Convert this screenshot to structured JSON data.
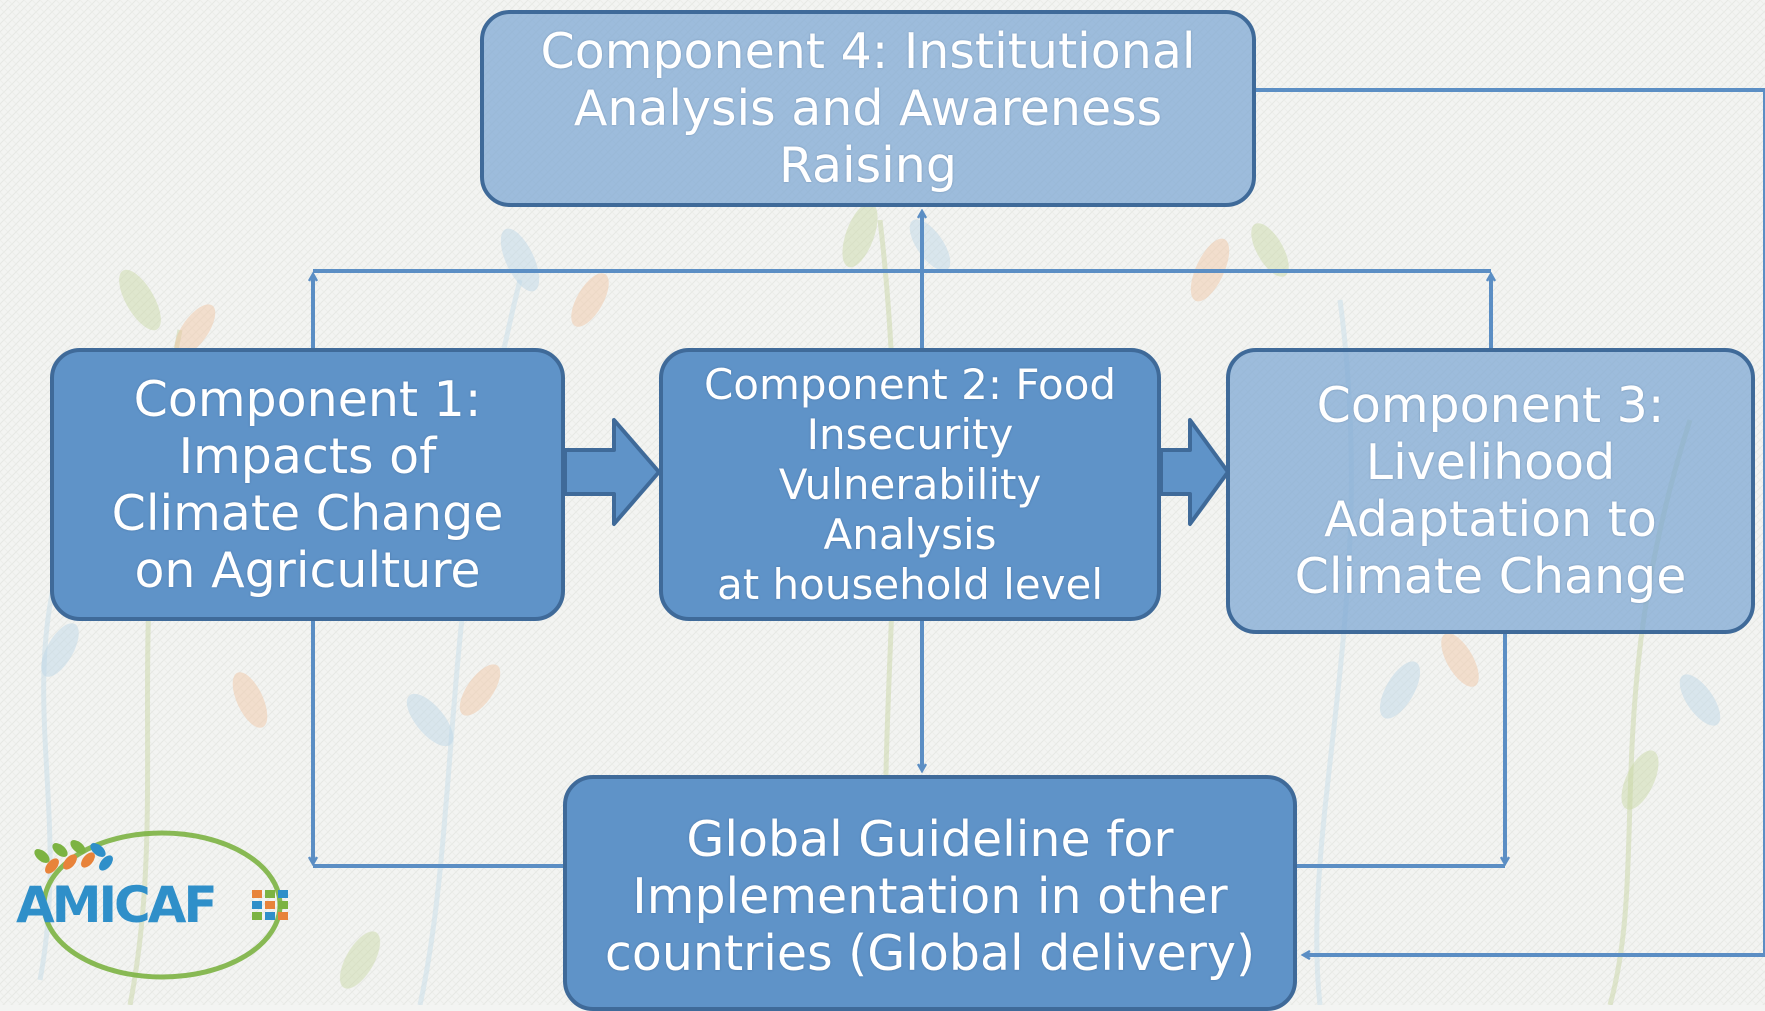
{
  "diagram": {
    "nodes": {
      "c4": "Component 4: Institutional\nAnalysis and Awareness\nRaising",
      "c1": "Component 1:\nImpacts of\nClimate Change\non Agriculture",
      "c2": "Component 2: Food\nInsecurity\nVulnerability\nAnalysis\nat household level",
      "c3": "Component 3:\nLivelihood\nAdaptation to\nClimate Change",
      "gg": "Global Guideline for\nImplementation in other\ncountries  (Global delivery)"
    },
    "edges": [
      {
        "from": "c1",
        "to": "c2",
        "style": "block-arrow"
      },
      {
        "from": "c2",
        "to": "c3",
        "style": "block-arrow"
      },
      {
        "from": "c1",
        "to": "c4",
        "style": "line-arrow"
      },
      {
        "from": "c2",
        "to": "c4",
        "style": "line-arrow"
      },
      {
        "from": "c3",
        "to": "c4",
        "style": "line-arrow"
      },
      {
        "from": "c4",
        "to": "gg",
        "style": "line-arrow"
      },
      {
        "from": "c1",
        "to": "gg",
        "style": "line-arrow"
      },
      {
        "from": "c2",
        "to": "gg",
        "style": "line-arrow"
      },
      {
        "from": "c3",
        "to": "gg",
        "style": "line-arrow"
      }
    ]
  },
  "logo": {
    "text": "AMICAF"
  },
  "colors": {
    "box_fill": "#5f93c8",
    "box_border": "#3f6a99",
    "connector": "#5b8ec4",
    "logo_blue": "#2f8fc9",
    "logo_green": "#7cb342",
    "logo_orange": "#e8833a"
  }
}
